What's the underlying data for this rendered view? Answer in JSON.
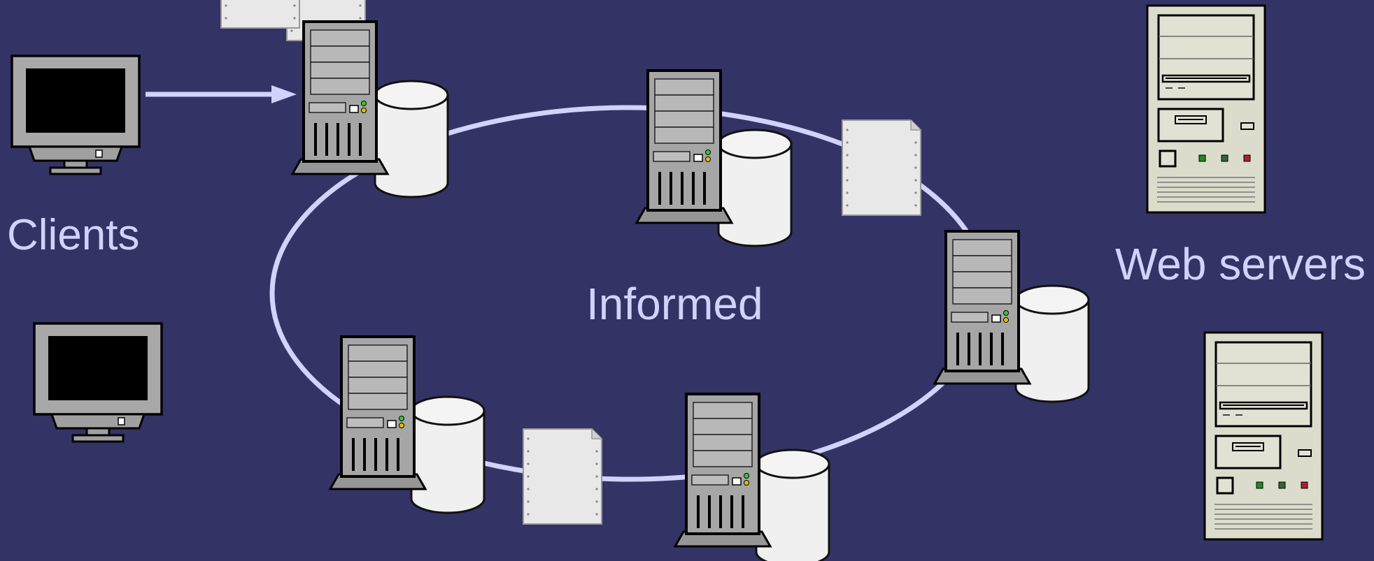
{
  "labels": {
    "clients": "Clients",
    "center": "Informed",
    "web_servers": "Web servers"
  },
  "colors": {
    "background": "#343366",
    "text": "#d2d2ff",
    "ring": "#d2d2ff",
    "arrow": "#d2d2ff",
    "server_case": "#a6a6a6",
    "database": "#f0f0f0",
    "document": "#e8e8e8",
    "web_server_case": "#dcdccc",
    "monitor_screen": "#000000",
    "led_green": "#33cc33",
    "led_yellow": "#e6c000"
  },
  "icons": {
    "client": "monitor-icon",
    "node": "server-tower-icon",
    "storage": "database-icon",
    "message": "document-icon",
    "web_server": "web-server-icon",
    "flow": "arrow-right-icon"
  }
}
